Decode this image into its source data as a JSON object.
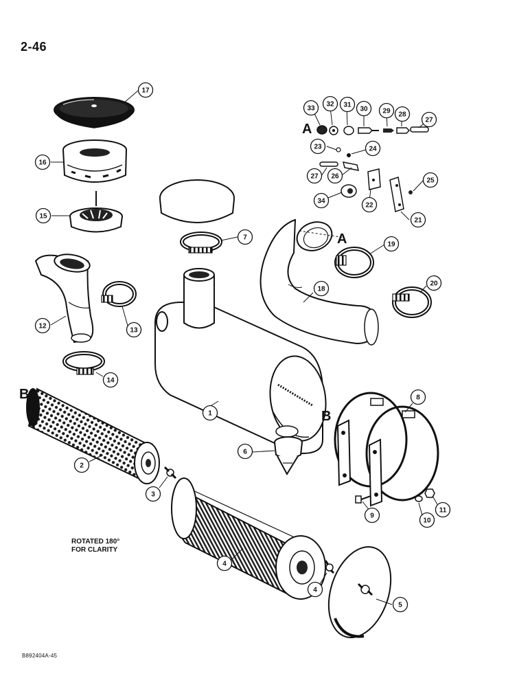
{
  "page": {
    "number": "2-46",
    "rotated_note_line1": "ROTATED 180°",
    "rotated_note_line2": "FOR CLARITY",
    "figure_code": "B892404A-45"
  },
  "colors": {
    "ink": "#111111",
    "paper": "#ffffff",
    "shade": "#222222"
  },
  "view_labels": [
    "A",
    "A",
    "B",
    "B"
  ],
  "callouts": [
    "17",
    "16",
    "15",
    "12",
    "13",
    "14",
    "7",
    "1",
    "2",
    "3",
    "4",
    "4",
    "5",
    "6",
    "8",
    "9",
    "10",
    "11",
    "18",
    "19",
    "20",
    "21",
    "22",
    "23",
    "24",
    "25",
    "26",
    "27",
    "27",
    "28",
    "29",
    "30",
    "31",
    "32",
    "33",
    "34"
  ]
}
